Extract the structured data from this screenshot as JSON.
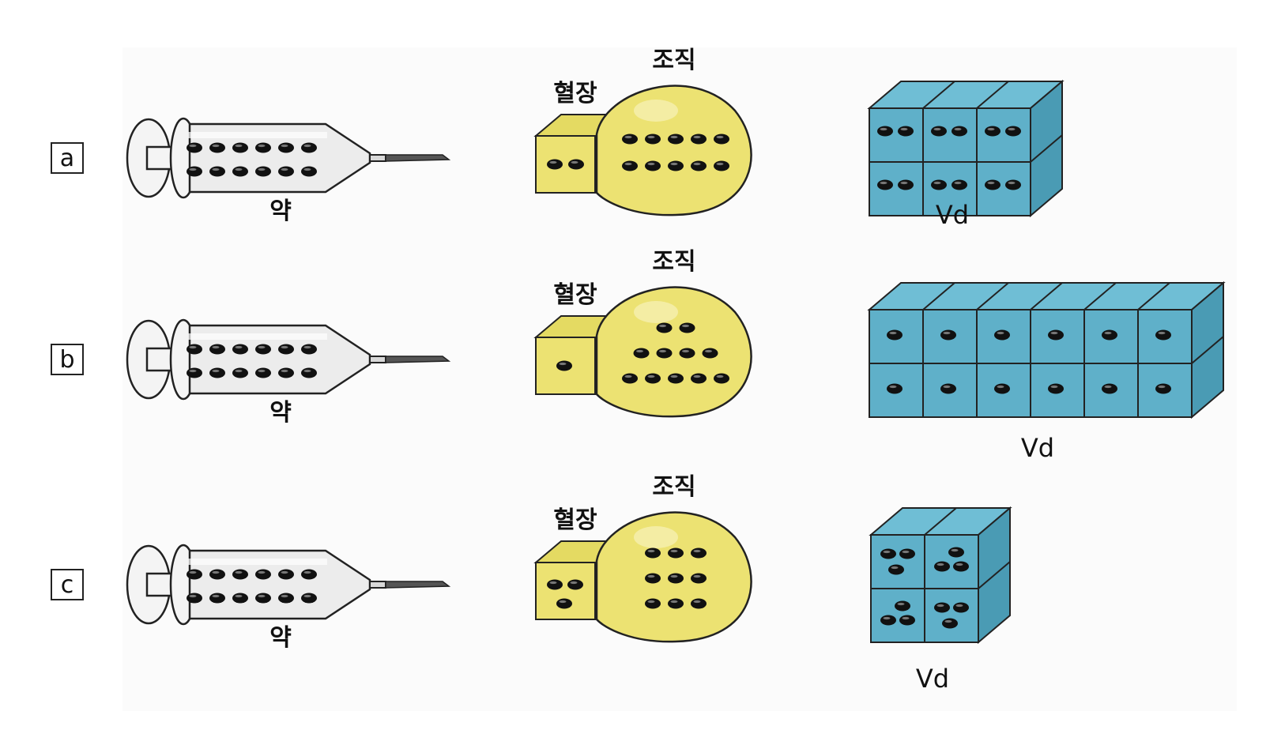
{
  "colors": {
    "syringe_body": "#ececec",
    "drug_dot": "#111111",
    "organ_yellow": "#ece272",
    "cube_front": "#5fb0c9",
    "cube_top": "#6fbed5",
    "cube_side": "#4a9bb4",
    "background_panel": "#fbfbfb"
  },
  "labels": {
    "drug": "약",
    "plasma": "혈장",
    "tissue": "조직",
    "volume": "Vd"
  },
  "rows": [
    {
      "id": "a",
      "syringe_drug_dots": 12,
      "plasma_dots": 2,
      "tissue_dot_rows": [
        5,
        5
      ],
      "vd_cubes": {
        "columns": 3,
        "rows": 2,
        "dots_per_cube": 2
      }
    },
    {
      "id": "b",
      "syringe_drug_dots": 12,
      "plasma_dots": 1,
      "tissue_dot_rows": [
        2,
        4,
        5
      ],
      "vd_cubes": {
        "columns": 6,
        "rows": 2,
        "dots_per_cube": 1
      }
    },
    {
      "id": "c",
      "syringe_drug_dots": 12,
      "plasma_dots": 3,
      "tissue_dot_rows": [
        3,
        3,
        3
      ],
      "vd_cubes": {
        "columns": 2,
        "rows": 2,
        "dots_per_cube": 3
      }
    }
  ]
}
